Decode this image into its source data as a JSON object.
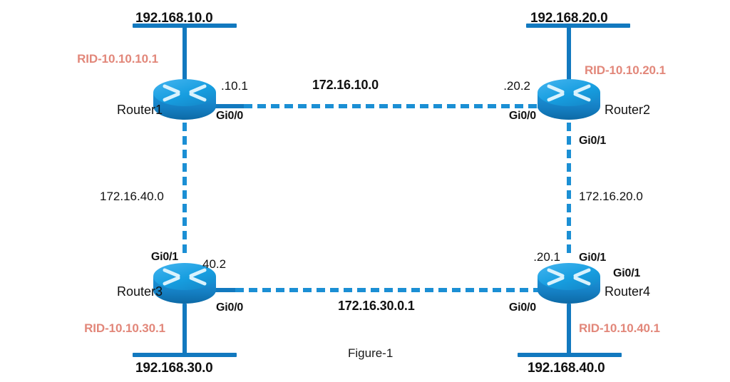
{
  "figure": {
    "caption": "Figure-1",
    "colors": {
      "link": "#1b8fd4",
      "lan_bar": "#1279bf",
      "router_body": "#1b8fd4",
      "rid_text": "#e2877a",
      "label_text": "#111111",
      "background": "#ffffff"
    }
  },
  "lan_segments": [
    {
      "id": "lan-top-left",
      "label": "192.168.10.0"
    },
    {
      "id": "lan-top-right",
      "label": "192.168.20.0"
    },
    {
      "id": "lan-bottom-left",
      "label": "192.168.30.0"
    },
    {
      "id": "lan-bottom-right",
      "label": "192.168.40.0"
    }
  ],
  "routers": [
    {
      "id": "router1",
      "name": "Router1",
      "rid": "RID-10.10.10.1",
      "interfaces": [
        {
          "name": "Gi0/0",
          "ip": ".10.1"
        }
      ]
    },
    {
      "id": "router2",
      "name": "Router2",
      "rid": "RID-10.10.20.1",
      "interfaces": [
        {
          "name": "Gi0/0",
          "ip": ".20.2"
        },
        {
          "name": "Gi0/1",
          "ip": ""
        }
      ]
    },
    {
      "id": "router3",
      "name": "Router3",
      "rid": "RID-10.10.30.1",
      "interfaces": [
        {
          "name": "Gi0/1",
          "ip": "40.2"
        },
        {
          "name": "Gi0/0",
          "ip": ""
        }
      ]
    },
    {
      "id": "router4",
      "name": "Router4",
      "rid": "RID-10.10.40.1",
      "interfaces": [
        {
          "name": "Gi0/1",
          "ip": ".20.1"
        },
        {
          "name": "Gi0/1",
          "ip": ""
        },
        {
          "name": "Gi0/0",
          "ip": ""
        }
      ]
    }
  ],
  "links": [
    {
      "id": "link-top",
      "label": "172.16.10.0",
      "style": "dashed",
      "orientation": "horizontal",
      "from": "router1",
      "to": "router2"
    },
    {
      "id": "link-left",
      "label": "172.16.40.0",
      "style": "dashed",
      "orientation": "vertical",
      "from": "router1",
      "to": "router3"
    },
    {
      "id": "link-right",
      "label": "172.16.20.0",
      "style": "dashed",
      "orientation": "vertical",
      "from": "router2",
      "to": "router4"
    },
    {
      "id": "link-bottom",
      "label": "172.16.30.0.1",
      "style": "dashed",
      "orientation": "horizontal",
      "from": "router3",
      "to": "router4"
    }
  ]
}
